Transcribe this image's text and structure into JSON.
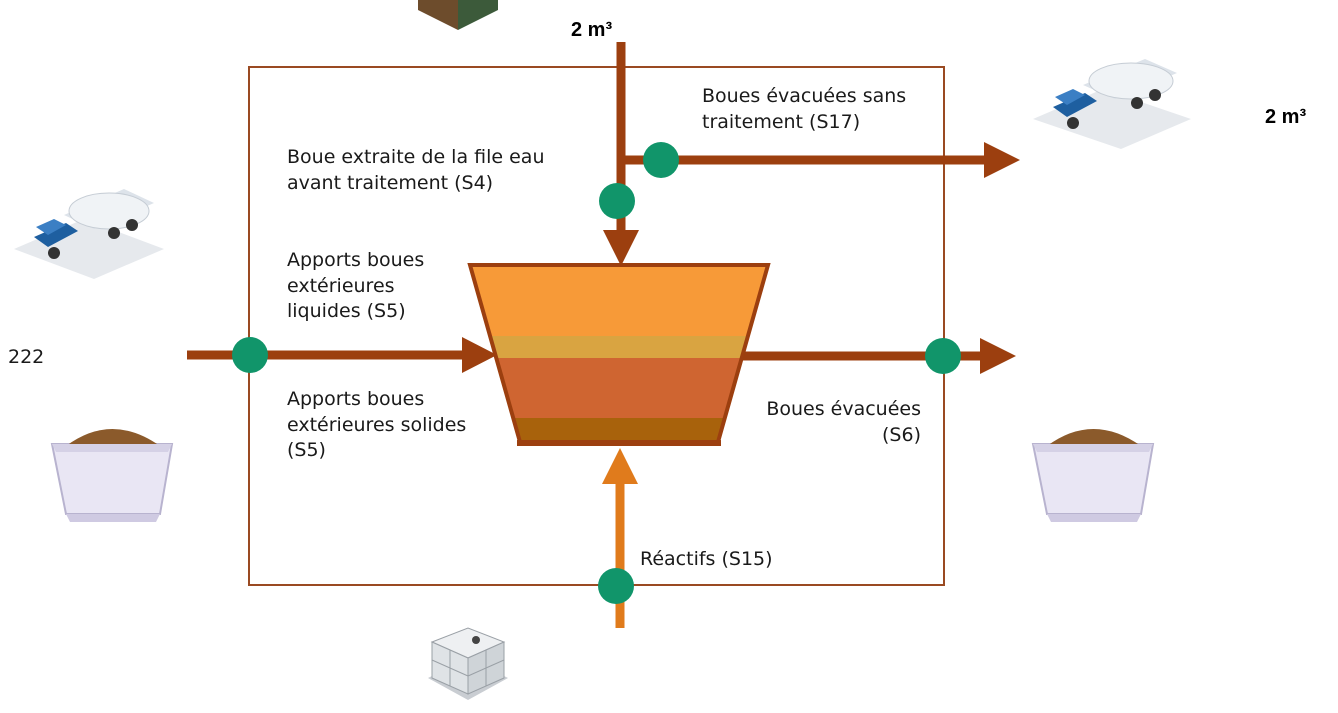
{
  "labels": {
    "top_volume": "2 m³",
    "right_volume": "2 m³",
    "left_value": "222",
    "s17": "Boues évacuées sans\ntraitement (S17)",
    "s4": "Boue extraite de la file eau\navant traitement (S4)",
    "s5_liquid": "Apports boues\nextérieures\nliquides (S5)",
    "s5_solid": "Apports boues\nextérieures solides\n(S5)",
    "s6": "Boues évacuées\n(S6)",
    "s15": "Réactifs (S15)"
  },
  "colors": {
    "boundary": "#9a4a22",
    "flow": "#9c3f0f",
    "reagent_flow": "#e07b1c",
    "measure_point": "#11956a",
    "tank_top": "#f79a38",
    "tank_band1": "#d9a441",
    "tank_band2": "#cf6531",
    "tank_band3": "#a8620c",
    "tank_outline": "#9c3f0f"
  }
}
